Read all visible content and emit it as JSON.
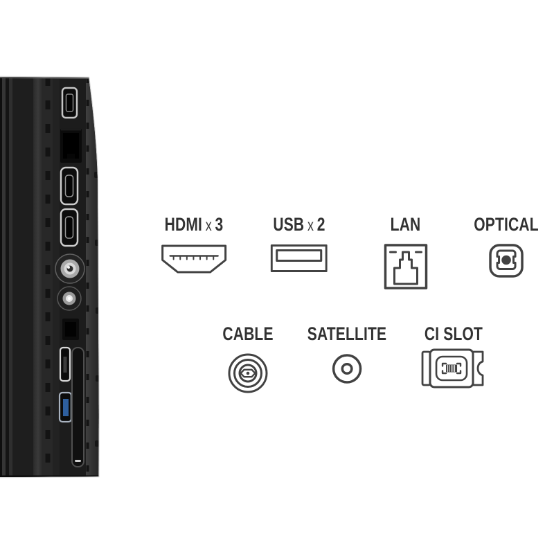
{
  "page": {
    "background_color": "#ffffff",
    "type": "tv-ports-diagram"
  },
  "legend": {
    "row1": [
      {
        "name": "HDMI",
        "x": "x",
        "count": "3",
        "icon": "hdmi-connector-icon"
      },
      {
        "name": "USB",
        "x": "x",
        "count": "2",
        "icon": "usb-connector-icon"
      },
      {
        "name": "LAN",
        "icon": "lan-rj45-icon"
      },
      {
        "name": "OPTICAL",
        "icon": "optical-toslink-icon"
      }
    ],
    "row2": [
      {
        "name": "CABLE",
        "icon": "cable-coax-icon"
      },
      {
        "name": "SATELLITE",
        "icon": "satellite-coax-icon"
      },
      {
        "name": "CI SLOT",
        "icon": "ci-module-icon"
      }
    ]
  },
  "tv_photo": {
    "ports": [
      "mini-av-port-icon",
      "ethernet-jack-icon",
      "hdmi-jack-icon",
      "hdmi-jack-icon",
      "antenna-coax-icon",
      "antenna-coax-icon",
      "optical-jack-icon",
      "usb-jack-icon",
      "usb3-blue-jack-icon",
      "ci-card-slot-icon"
    ]
  },
  "colors": {
    "label_text": "#323232",
    "icon_stroke": "#424242",
    "panel_dark": "#1e1e1e",
    "panel_edge": "#3a3a3a",
    "usb3_blue": "#2e5f9e"
  }
}
